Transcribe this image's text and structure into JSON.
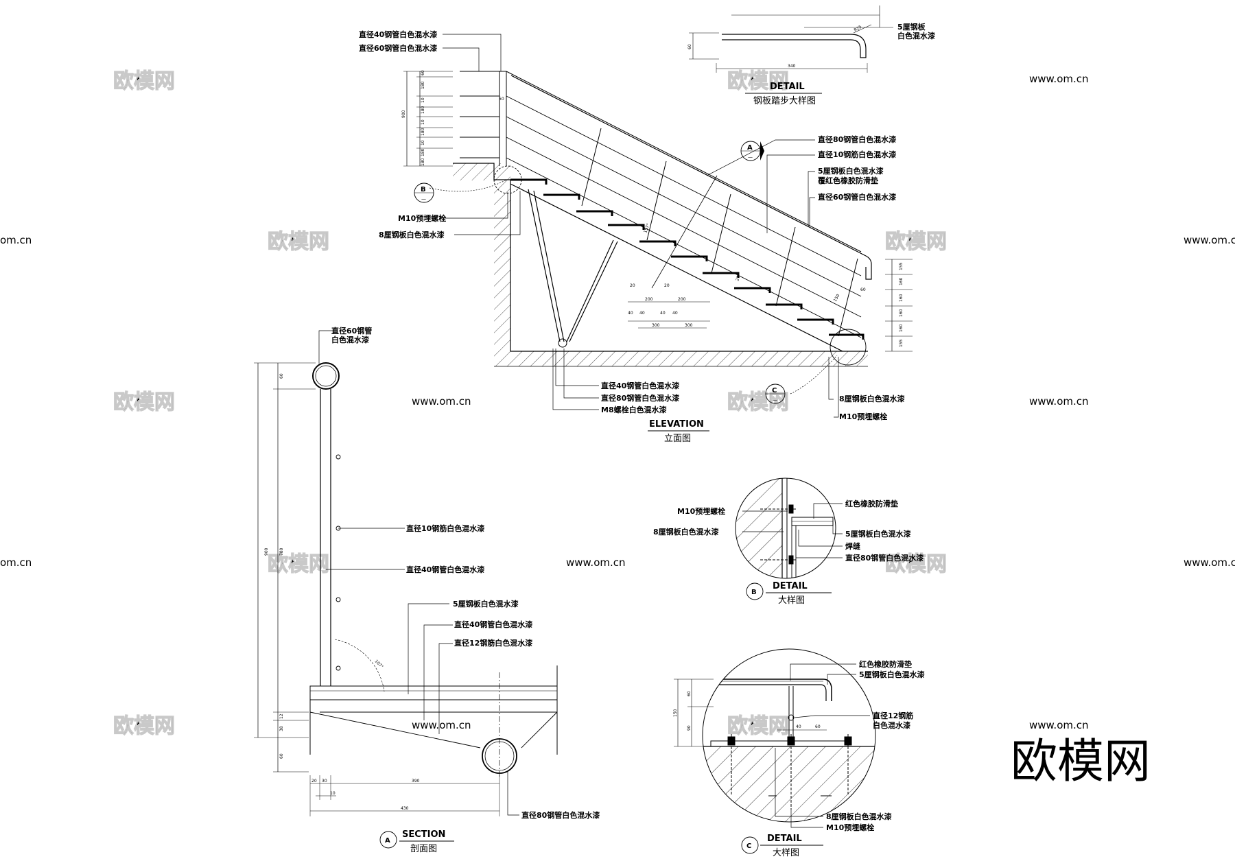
{
  "watermark": {
    "brand_cn": "欧模网",
    "url": "www.om.cn",
    "url_clip": "om.cn"
  },
  "elevation": {
    "title": "ELEVATION",
    "subtitle": "立面图",
    "notes": {
      "top_rail_40": "直径40钢管白色混水漆",
      "post_60": "直径60钢管白色混水漆",
      "bolt_m10": "M10预埋螺栓",
      "plate_8": "8厘钢板白色混水漆",
      "pipe_80": "直径80钢管白色混水漆",
      "bar_10": "直径10钢筋白色混水漆",
      "tread_5_line1": "5厘钢板白色混水漆",
      "tread_5_line2": "覆红色橡胶防滑垫",
      "post_60b": "直径60钢管白色混水漆",
      "bottom_40": "直径40钢管白色混水漆",
      "bottom_80": "直径80钢管白色混水漆",
      "bolt_m8": "M8螺栓白色混水漆",
      "plate_8b": "8厘钢板白色混水漆",
      "bolt_m10b": "M10预埋螺栓"
    },
    "dims_left": [
      "60",
      "180",
      "10",
      "180",
      "10",
      "180",
      "10",
      "180",
      "180"
    ],
    "dim_total": "900",
    "dims_right": [
      "155",
      "160",
      "160",
      "160",
      "160",
      "155"
    ],
    "dims_mid_top": [
      "20",
      "20",
      "200",
      "200"
    ],
    "dims_mid_bot": [
      "40",
      "40",
      "40",
      "40",
      "300",
      "300"
    ],
    "small_dims": [
      "50",
      "60",
      "157°",
      "27",
      "150"
    ]
  },
  "detail_tread": {
    "title": "DETAIL",
    "subtitle": "钢板踏步大样图",
    "note_line1": "5厘钢板",
    "note_line2": "白色混水漆",
    "dim_width": "340",
    "dim_height": "60",
    "dim_radius": "R25"
  },
  "callouts": {
    "a": "A",
    "b": "B",
    "c": "C",
    "sheet": "—"
  },
  "section": {
    "title": "SECTION",
    "subtitle": "剖面图",
    "notes": {
      "post_line1": "直径60钢管",
      "post_line2": "白色混水漆",
      "bar_10": "直径10钢筋白色混水漆",
      "pipe_40": "直径40钢管白色混水漆",
      "plate_5": "5厘钢板白色混水漆",
      "pipe_40b": "直径40钢管白色混水漆",
      "bar_12": "直径12钢筋白色混水漆",
      "pipe_80": "直径80钢管白色混水漆"
    },
    "dims_left_outer": "900",
    "dims_left": [
      "60",
      "780",
      "12",
      "38",
      "60"
    ],
    "dims_bottom_row1": [
      "20",
      "30",
      "390"
    ],
    "dims_bottom_row2": [
      "10"
    ],
    "dims_bottom_total": "430",
    "angle": "107°"
  },
  "detail_b": {
    "title": "DETAIL",
    "subtitle": "大样图",
    "notes": {
      "bolt": "M10预埋螺栓",
      "plate_8": "8厘钢板白色混水漆",
      "rubber": "红色橡胶防滑垫",
      "plate_5": "5厘钢板白色混水漆",
      "weld": "焊缝",
      "pipe_80": "直径80钢管白色混水漆"
    }
  },
  "detail_c": {
    "title": "DETAIL",
    "subtitle": "大样图",
    "notes": {
      "rubber": "红色橡胶防滑垫",
      "plate_5": "5厘钢板白色混水漆",
      "bar_12_line1": "直径12钢筋",
      "bar_12_line2": "白色混水漆",
      "plate_8": "8厘钢板白色混水漆",
      "bolt": "M10预埋螺栓"
    },
    "dims_left": [
      "150",
      "60",
      "90"
    ],
    "dims_mid": [
      "40",
      "60"
    ]
  }
}
